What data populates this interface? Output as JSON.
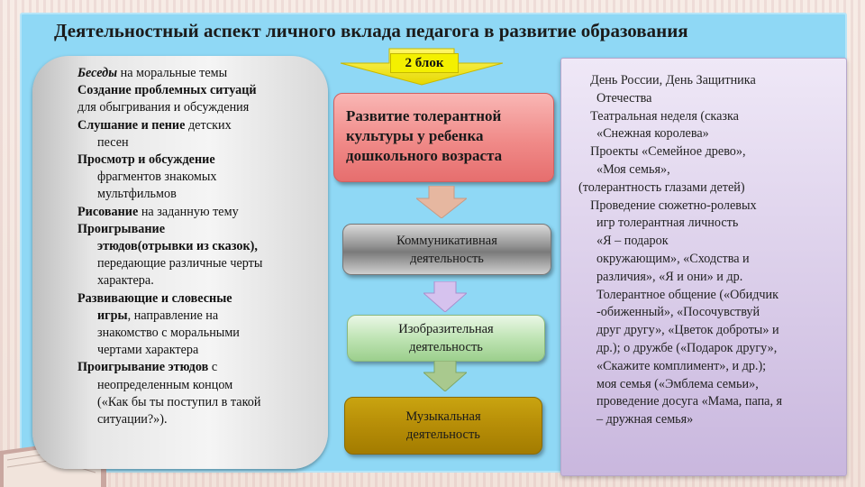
{
  "title": "Деятельностный аспект личного вклада педагога в развитие образования",
  "block_label": "2 блок",
  "main_card": "Развитие толерантной культуры у ребенка дошкольного возраста",
  "activities": [
    {
      "line1": "Коммуникативная",
      "line2": "деятельность"
    },
    {
      "line1": "Изобразительная",
      "line2": "деятельность"
    },
    {
      "line1": "Музыкальная",
      "line2": "деятельность"
    }
  ],
  "left": {
    "l1_bi": "Беседы",
    "l1_rest": " на моральные темы",
    "l2_b": "Создание проблемных ситуацй",
    "l3": "для обыгривания и обсуждения",
    "l4_b": "Слушание и пение",
    "l4_rest": " детских",
    "l5": "песен",
    "l6_b": "Просмотр и обсуждение",
    "l7": "фрагментов знакомых",
    "l8": "мультфильмов",
    "l9_b": "Рисование",
    "l9_rest": " на заданную тему",
    "l10_b": "Проигрывание",
    "l11_b": "этюдов(отрывки из сказок),",
    "l12": "передающие различные черты",
    "l13": "характера.",
    "l14_b": "Развивающие и словесные",
    "l15_b": "игры",
    "l15_rest": ", направление на",
    "l16": "знакомство с моральными",
    "l17": "чертами  характера",
    "l18_b": "Проигрывание этюдов",
    "l18_rest": " с",
    "l19": "неопределенным концом",
    "l20": "(«Как бы ты поступил в такой",
    "l21": "ситуации?»)."
  },
  "right": {
    "r1": "  День России, День Защитника",
    "r2": "Отечества",
    "r3": "  Театральная неделя (сказка",
    "r4": "«Снежная королева»",
    "r5": "  Проекты «Семейное древо»,",
    "r6": "«Моя семья»,",
    "r7": "(толерантность глазами детей)",
    "r8": "  Проведение сюжетно-ролевых",
    "r9": "игр толерантная личность",
    "r10": "«Я – подарок",
    "r11": "окружающим», «Сходства и",
    "r12": "различия», «Я и они» и др.",
    "r13": "Толерантное общение («Обидчик",
    "r14": "-обиженный», «Посочувствуй",
    "r15": "друг другу», «Цветок доброты» и",
    "r16": "др.); о дружбе («Подарок другу»,",
    "r17": "«Скажите комплимент», и др.);",
    "r18": "моя семья («Эмблема семьи»,",
    "r19": "проведение досуга «Мама, папа, я",
    "r20": "– дружная семья»"
  }
}
